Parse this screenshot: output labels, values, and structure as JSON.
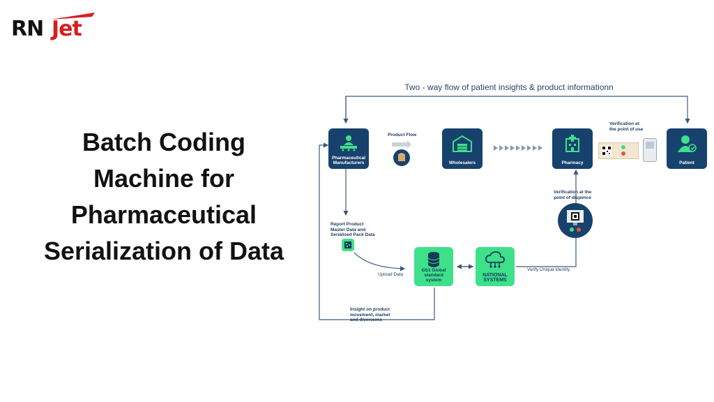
{
  "logo": {
    "part1": "RN",
    "part2": "Jet",
    "accent": "#d71e1e"
  },
  "headline": {
    "lines": [
      "Batch Coding",
      "Machine for",
      "Pharmaceutical",
      "Serialization of Data"
    ]
  },
  "diagram": {
    "top_caption": "Two - way flow of patient insights & product  informationn",
    "nodes": {
      "manufacturers": [
        "Pharmaceutical",
        "Manufacturers"
      ],
      "wholesalers": "Wholesalers",
      "pharmacy": "Pharmacy",
      "patient": "Patient",
      "gs1": [
        "GS1 Global",
        "standard",
        "system"
      ],
      "national": [
        "NATIONAL",
        "SYSTEMS"
      ]
    },
    "labels": {
      "product_flow": "Product Flow",
      "verification_use": [
        "Verification at",
        "the point of use"
      ],
      "verification_dispence": [
        "Verification at the",
        "point of dispence"
      ],
      "report": [
        "Report Product",
        "Master Data and",
        "Serialised Pack Data"
      ],
      "upload": "Upload Data",
      "verify_identity": "Verify Unique Identity",
      "insight": [
        "Insight on product",
        "movement, market",
        "and diversions"
      ]
    },
    "colors": {
      "navy": "#18426e",
      "green": "#3ee08a",
      "wire": "#3b5a7d"
    }
  }
}
